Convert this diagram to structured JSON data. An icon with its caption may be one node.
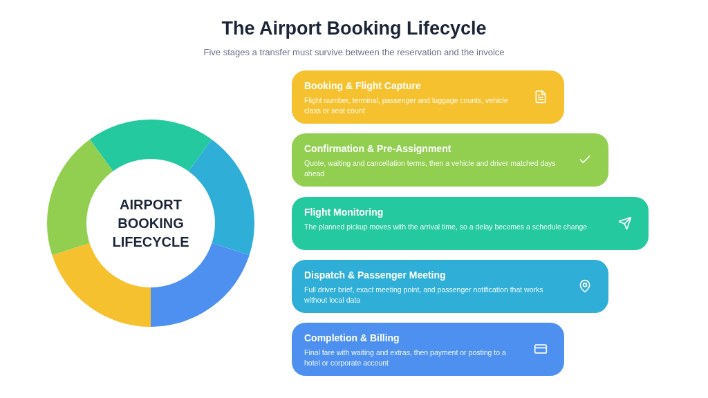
{
  "diagram": {
    "title": "The Airport Booking Lifecycle",
    "caption": "Five stages a transfer must survive between the reservation and the invoice",
    "nodes": [
      {
        "text": [
          "AIRPORT BOOKING LIFECYCLE"
        ]
      },
      {
        "text": [
          "Booking & Flight Capture",
          "Flight number, terminal, passenger and luggage counts, vehicle class or seat count"
        ]
      },
      {
        "text": [
          "Confirmation & Pre-Assignment",
          "Quote, waiting and cancellation terms, then a vehicle and driver matched days ahead"
        ]
      },
      {
        "text": [
          "Flight Monitoring",
          "The planned pickup moves with the arrival time, so a delay becomes a schedule change"
        ]
      },
      {
        "text": [
          "Dispatch & Passenger Meeting",
          "Full driver brief, exact meeting point, and passenger notification that works without local data"
        ]
      },
      {
        "text": [
          "Completion & Billing",
          "Final fare with waiting and extras, then payment or posting to a hotel or corporate account"
        ]
      }
    ]
  }
}
